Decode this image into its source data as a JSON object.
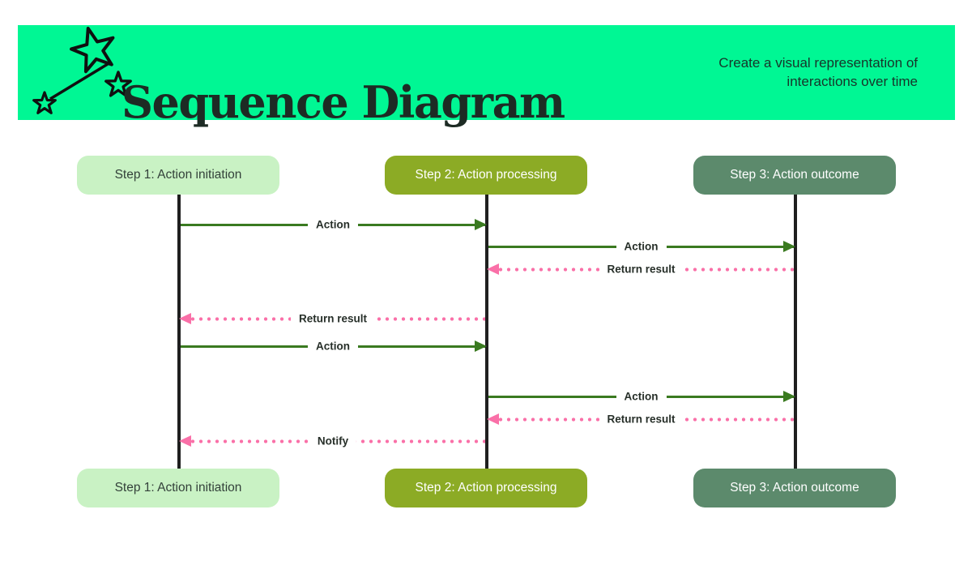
{
  "header": {
    "title": "Sequence Diagram",
    "subtitle_line1": "Create a visual representation of",
    "subtitle_line2": "interactions over time",
    "icon": "wand-with-stars-icon"
  },
  "actors": [
    {
      "label": "Step 1: Action initiation",
      "fill": "#c9f2c4",
      "text_color": "#33413a"
    },
    {
      "label": "Step 2: Action processing",
      "fill": "#8cab25",
      "text_color": "#ffffff"
    },
    {
      "label": "Step 3: Action outcome",
      "fill": "#5c8a6c",
      "text_color": "#ffffff"
    }
  ],
  "messages": [
    {
      "label": "Action",
      "from": "Step 1",
      "to": "Step 2",
      "type": "solid-arrow",
      "direction": "right",
      "color": "#3a7a20"
    },
    {
      "label": "Action",
      "from": "Step 2",
      "to": "Step 3",
      "type": "solid-arrow",
      "direction": "right",
      "color": "#3a7a20"
    },
    {
      "label": "Return result",
      "from": "Step 3",
      "to": "Step 2",
      "type": "dotted-arrow",
      "direction": "left",
      "color": "#fa70a8"
    },
    {
      "label": "Return result",
      "from": "Step 2",
      "to": "Step 1",
      "type": "dotted-arrow",
      "direction": "left",
      "color": "#fa70a8"
    },
    {
      "label": "Action",
      "from": "Step 1",
      "to": "Step 2",
      "type": "solid-arrow",
      "direction": "right",
      "color": "#3a7a20"
    },
    {
      "label": "Action",
      "from": "Step 2",
      "to": "Step 3",
      "type": "solid-arrow",
      "direction": "right",
      "color": "#3a7a20"
    },
    {
      "label": "Return result",
      "from": "Step 3",
      "to": "Step 2",
      "type": "dotted-arrow",
      "direction": "left",
      "color": "#fa70a8"
    },
    {
      "label": "Notify",
      "from": "Step 2",
      "to": "Step 1",
      "type": "dotted-arrow",
      "direction": "left",
      "color": "#fa70a8"
    }
  ],
  "colors": {
    "background": "#ffffff",
    "banner": "#00f794",
    "title_text": "#1d2b24",
    "subtitle_text": "#17352a",
    "lifeline": "#1f1f1f",
    "solid_arrow": "#3a7a20",
    "dotted_arrow": "#fa70a8",
    "message_label_text": "#272f29"
  }
}
